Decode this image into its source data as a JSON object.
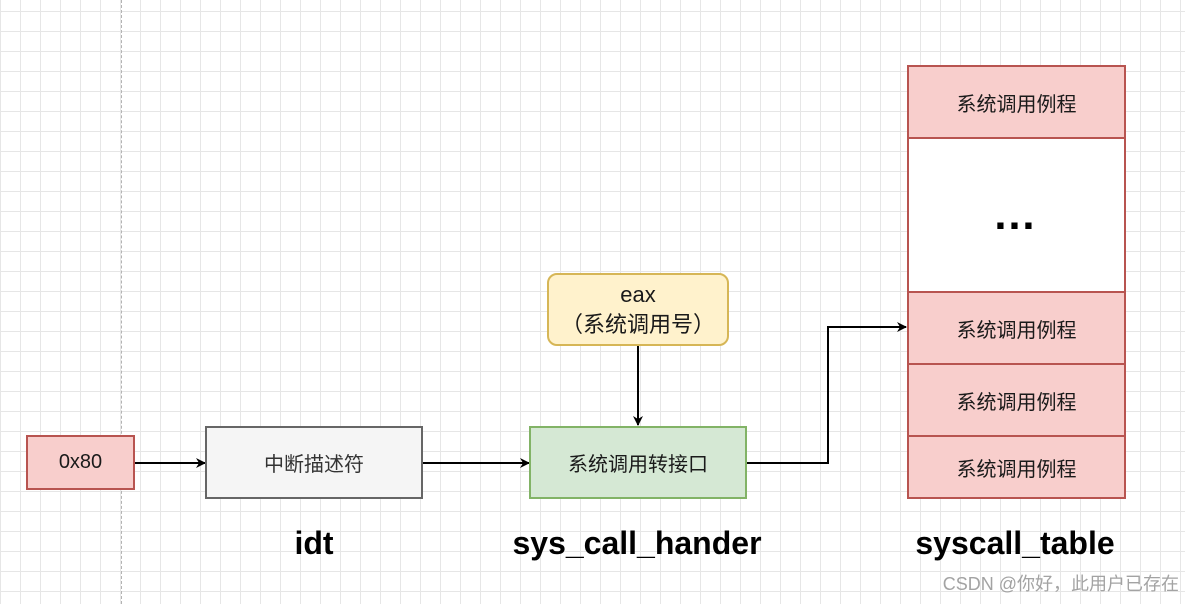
{
  "nodes": {
    "vector": "0x80",
    "descriptor": "中断描述符",
    "handler": "系统调用转接口",
    "eax_line1": "eax",
    "eax_line2": "（系统调用号）",
    "routine_top": "系统调用例程",
    "ellipsis": "…",
    "routine_a": "系统调用例程",
    "routine_b": "系统调用例程",
    "routine_c": "系统调用例程"
  },
  "labels": {
    "idt": "idt",
    "sys_call_hander": "sys_call_hander",
    "syscall_table": "syscall_table"
  },
  "watermark": "CSDN @你好，此用户已存在",
  "colors": {
    "red_fill": "#f8cecc",
    "red_stroke": "#b85450",
    "green_fill": "#d5e8d4",
    "green_stroke": "#82b366",
    "yellow_fill": "#fff2cc",
    "yellow_stroke": "#d6b656",
    "gray_fill": "#f5f5f5",
    "gray_stroke": "#666666"
  }
}
